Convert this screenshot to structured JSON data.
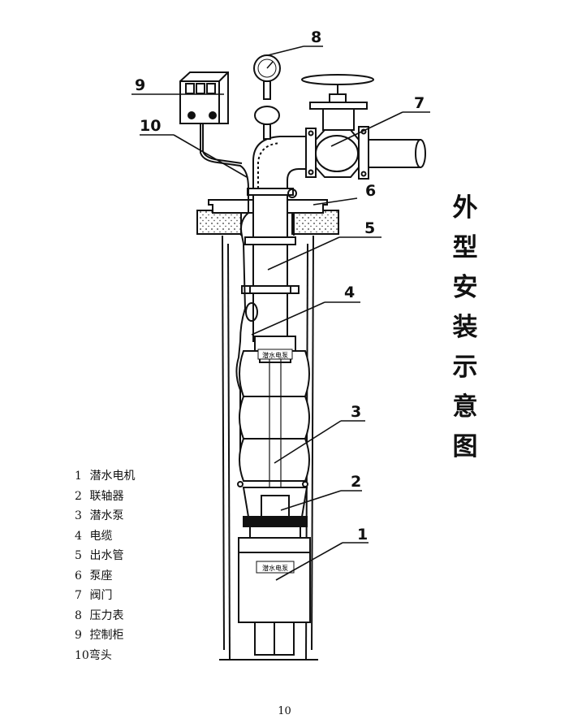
{
  "title_chars": [
    "外",
    "型",
    "安",
    "装",
    "示",
    "意",
    "图"
  ],
  "callouts": [
    "1",
    "2",
    "3",
    "4",
    "5",
    "6",
    "7",
    "8",
    "9",
    "10"
  ],
  "nameplate": "潜水电泵",
  "legend": [
    {
      "num": "1",
      "label": "潜水电机"
    },
    {
      "num": "2",
      "label": "联轴器"
    },
    {
      "num": "3",
      "label": "潜水泵"
    },
    {
      "num": "4",
      "label": "电缆"
    },
    {
      "num": "5",
      "label": "出水管"
    },
    {
      "num": "6",
      "label": "泵座"
    },
    {
      "num": "7",
      "label": "阀门"
    },
    {
      "num": "8",
      "label": "压力表"
    },
    {
      "num": "9",
      "label": "控制柜"
    },
    {
      "num": "10",
      "label": "弯头"
    }
  ],
  "page_number": "10"
}
